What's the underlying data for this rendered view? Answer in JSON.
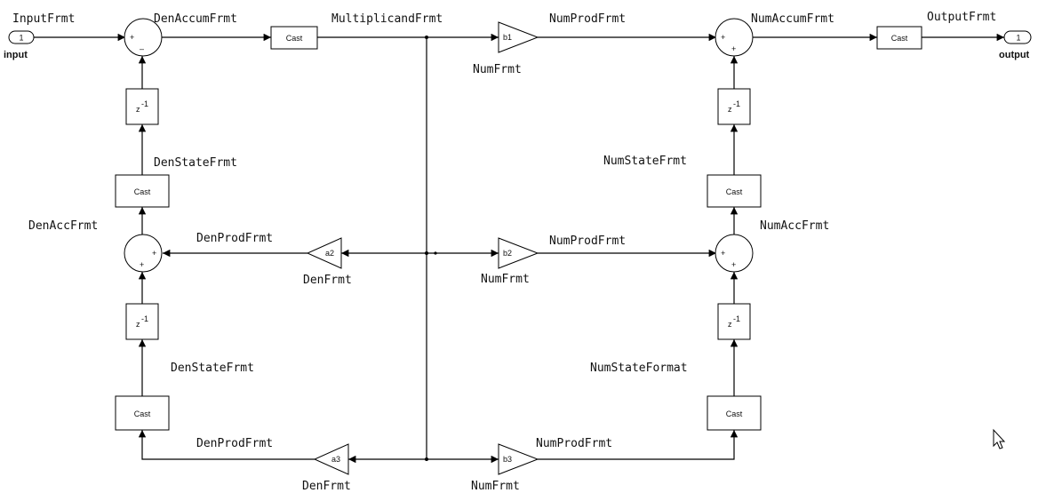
{
  "ports": {
    "input_num": "1",
    "input_label": "input",
    "output_num": "1",
    "output_label": "output"
  },
  "blocks": {
    "cast": "Cast",
    "delay_z": "z",
    "delay_exp": "-1",
    "gain_b1": "b1",
    "gain_b2": "b2",
    "gain_b3": "b3",
    "gain_a2": "a2",
    "gain_a3": "a3"
  },
  "signs": {
    "plus": "+",
    "minus": "–"
  },
  "labels": {
    "input_frmt": "InputFrmt",
    "den_accum_frmt": "DenAccumFrmt",
    "multiplicand_frmt": "MultiplicandFrmt",
    "num_prod_frmt_top": "NumProdFrmt",
    "num_accum_frmt": "NumAccumFrmt",
    "output_frmt": "OutputFrmt",
    "num_frmt_b1": "NumFrmt",
    "den_state_frmt_1": "DenStateFrmt",
    "num_state_frmt_1": "NumStateFrmt",
    "den_acc_frmt": "DenAccFrmt",
    "num_acc_frmt": "NumAccFrmt",
    "den_prod_frmt_mid": "DenProdFrmt",
    "num_prod_frmt_mid": "NumProdFrmt",
    "den_frmt_a2": "DenFrmt",
    "num_frmt_b2": "NumFrmt",
    "den_state_frmt_2": "DenStateFrmt",
    "num_state_format_2": "NumStateFormat",
    "den_prod_frmt_bot": "DenProdFrmt",
    "num_prod_frmt_bot": "NumProdFrmt",
    "den_frmt_a3": "DenFrmt",
    "num_frmt_b3": "NumFrmt"
  },
  "icons": {
    "cursor": "mouse-pointer-icon"
  }
}
